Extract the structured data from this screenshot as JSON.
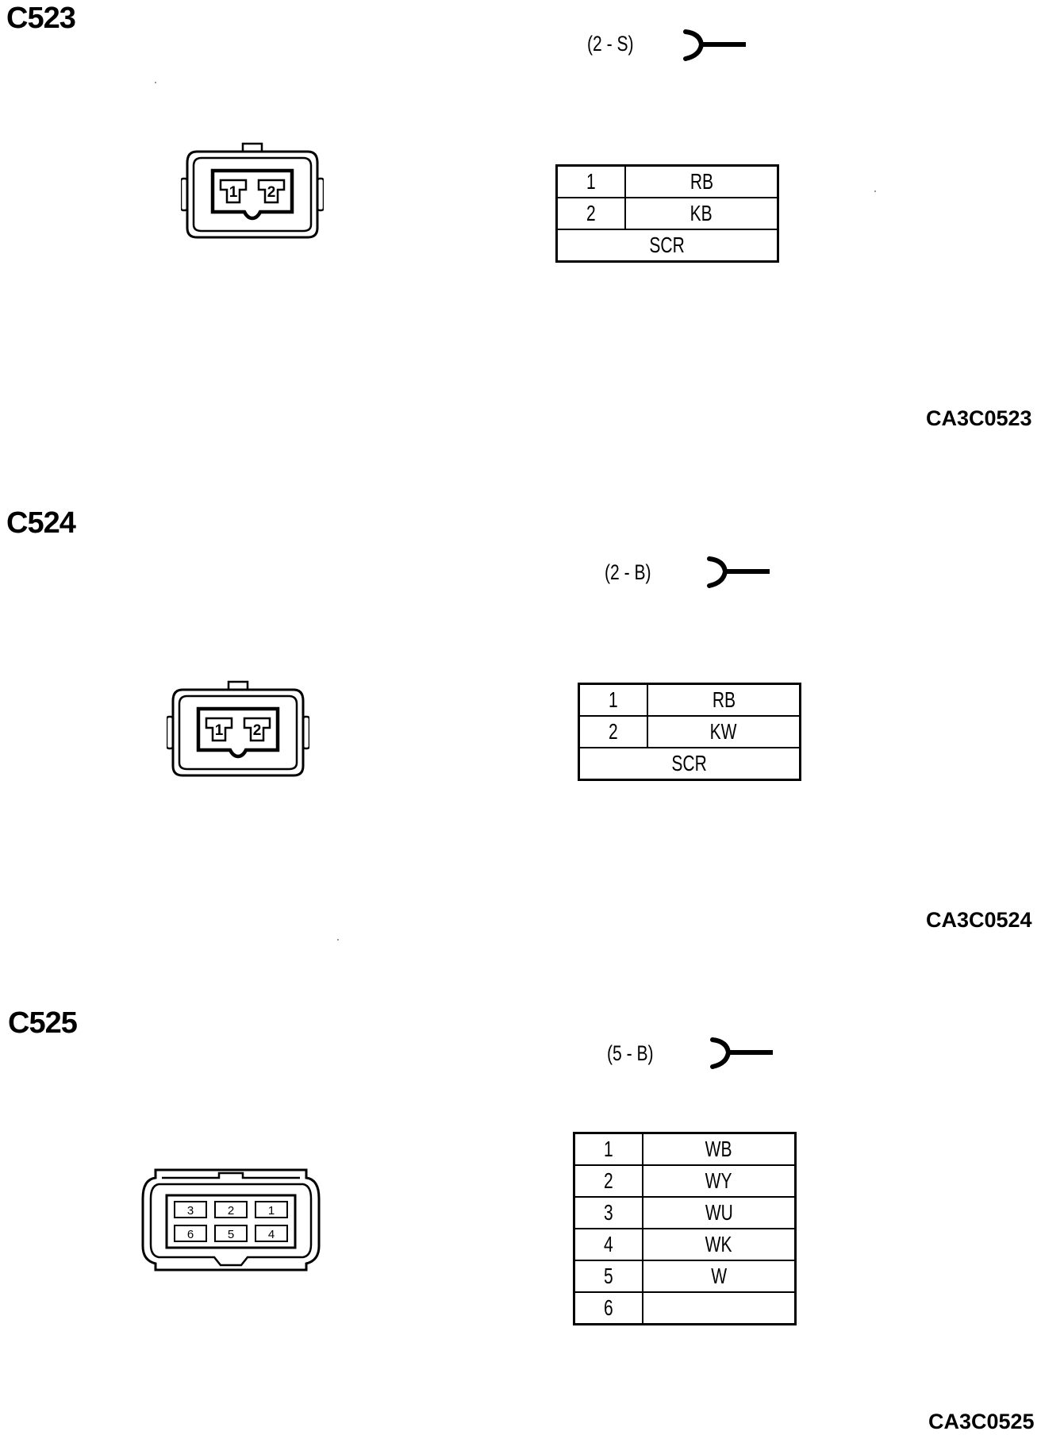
{
  "connectors": [
    {
      "id": "C523",
      "pin_type": "(2 - S)",
      "terminal_icon": "female-terminal-icon",
      "pins": [
        {
          "pin": "1",
          "wire": "RB"
        },
        {
          "pin": "2",
          "wire": "KB"
        }
      ],
      "screen_label": "SCR",
      "face_pins": [
        "1",
        "2"
      ],
      "figure_code": "CA3C0523"
    },
    {
      "id": "C524",
      "pin_type": "(2 - B)",
      "terminal_icon": "female-terminal-icon",
      "pins": [
        {
          "pin": "1",
          "wire": "RB"
        },
        {
          "pin": "2",
          "wire": "KW"
        }
      ],
      "screen_label": "SCR",
      "face_pins": [
        "1",
        "2"
      ],
      "figure_code": "CA3C0524"
    },
    {
      "id": "C525",
      "pin_type": "(5 - B)",
      "terminal_icon": "female-terminal-icon",
      "pins": [
        {
          "pin": "1",
          "wire": "WB"
        },
        {
          "pin": "2",
          "wire": "WY"
        },
        {
          "pin": "3",
          "wire": "WU"
        },
        {
          "pin": "4",
          "wire": "WK"
        },
        {
          "pin": "5",
          "wire": "W"
        },
        {
          "pin": "6",
          "wire": ""
        }
      ],
      "face_pins": [
        "3",
        "2",
        "1",
        "6",
        "5",
        "4"
      ],
      "figure_code": "CA3C0525"
    }
  ]
}
